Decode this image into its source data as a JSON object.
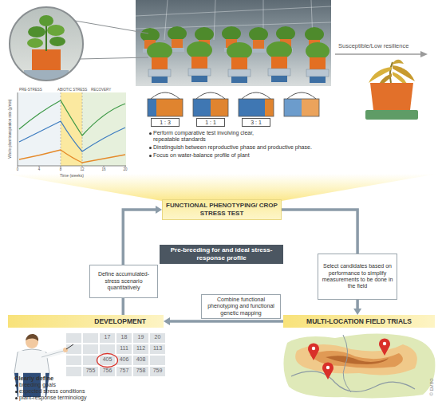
{
  "diagram": {
    "nodes": [
      {
        "text": [
          "FUNCTIONAL PHENOTYPING/ CROP STRESS TEST"
        ]
      },
      {
        "text": [
          "Define accumulated-stress scenario quantitatively"
        ]
      },
      {
        "text": [
          "Pre-breeding for and ideal stress-response profile"
        ]
      },
      {
        "text": [
          "Select candidates based on performance to simplify measurements to be done in the field"
        ]
      },
      {
        "text": [
          "Combine functional phenotyping and functional genetic mapping"
        ]
      },
      {
        "text": [
          "DEVELOPMENT"
        ]
      },
      {
        "text": [
          "MULTI-LOCATION FIELD TRIALS"
        ]
      }
    ],
    "edges": [
      {
        "from": 5,
        "to": 0,
        "arrow": "to"
      },
      {
        "from": 0,
        "to": 6,
        "arrow": "to"
      },
      {
        "from": 6,
        "to": 5,
        "arrow": "to"
      }
    ],
    "labels": [
      "Susceptible/Low resilience",
      "PRE-STRESS",
      "ABIOTIC STRESS",
      "RECOVERY",
      "Whole-plant transpiration rate (g/min)",
      "Time (weeks)",
      "0",
      "4",
      "8",
      "12",
      "16",
      "20",
      "1 : 3",
      "1 : 1",
      "3 : 1",
      "Perform comparative test involving clear, repeatable standards",
      "Dinstinguish between reproductive phase and productive phase.",
      "Focus on water-balance profile of plant",
      "Clearly define",
      "breeding goals",
      "expected stress conditions",
      "plant-response terminology",
      "17",
      "18",
      "19",
      "20",
      "111",
      "112",
      "113",
      "405",
      "406",
      "408",
      "755",
      "756",
      "757",
      "758",
      "759",
      "© EMBO"
    ]
  }
}
